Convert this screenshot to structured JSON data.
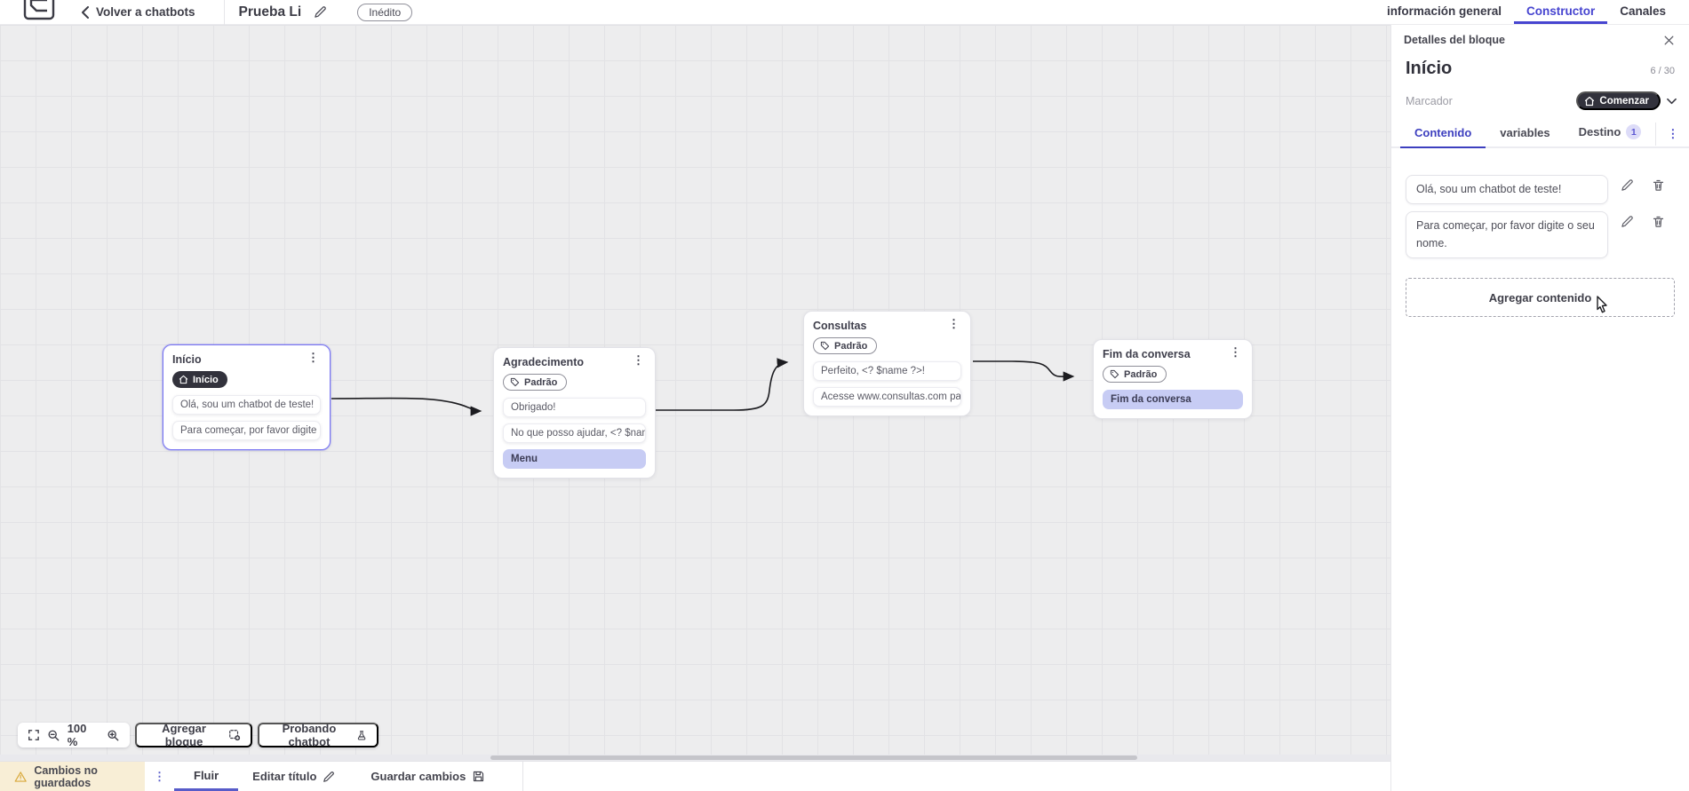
{
  "header": {
    "back_label": "Volver a chatbots",
    "title": "Prueba Li",
    "status_badge": "Inédito",
    "tabs": [
      {
        "label": "información general",
        "active": false
      },
      {
        "label": "Constructor",
        "active": true
      },
      {
        "label": "Canales",
        "active": false
      }
    ]
  },
  "canvas": {
    "zoom_level": "100 %",
    "add_block_label": "Agregar bloque",
    "test_chatbot_label": "Probando chatbot",
    "nodes": [
      {
        "title": "Início",
        "badge": "Início",
        "badge_icon": "home-icon",
        "selected": true,
        "items": [
          {
            "text": "Olá, sou um chatbot de teste!",
            "highlight": false
          },
          {
            "text": "Para começar, por favor digite o ...",
            "highlight": false
          }
        ]
      },
      {
        "title": "Agradecimento",
        "badge": "Padrão",
        "badge_icon": "tag-icon",
        "selected": false,
        "items": [
          {
            "text": "Obrigado!",
            "highlight": false
          },
          {
            "text": "No que posso ajudar, <? $name ...",
            "highlight": false
          },
          {
            "text": "Menu",
            "highlight": true
          }
        ]
      },
      {
        "title": "Consultas",
        "badge": "Padrão",
        "badge_icon": "tag-icon",
        "selected": false,
        "items": [
          {
            "text": "Perfeito, <? $name ?>!",
            "highlight": false
          },
          {
            "text": "Acesse www.consultas.com par...",
            "highlight": false
          }
        ]
      },
      {
        "title": "Fim da conversa",
        "badge": "Padrão",
        "badge_icon": "tag-icon",
        "selected": false,
        "items": [
          {
            "text": "Fim da conversa",
            "highlight": true
          }
        ]
      }
    ]
  },
  "panel": {
    "header": "Detalles del bloque",
    "block_title": "Início",
    "char_counter": "6 / 30",
    "marker_label": "Marcador",
    "marker_value": "Comenzar",
    "tabs": [
      {
        "label": "Contenido",
        "active": true
      },
      {
        "label": "variables",
        "active": false
      },
      {
        "label": "Destino",
        "active": false,
        "badge": "1"
      }
    ],
    "contents": [
      {
        "text": "Olá, sou um chatbot de teste!"
      },
      {
        "text": "Para começar, por favor digite o seu nome."
      }
    ],
    "add_content_label": "Agregar contenido"
  },
  "footer": {
    "warning": "Cambios no guardados",
    "flow_tab": "Fluir",
    "edit_title_label": "Editar título",
    "save_label": "Guardar cambios"
  },
  "colors": {
    "accent_blue": "#4745d0",
    "accent_purple": "#585cc9",
    "dark_pill": "#32323c",
    "selected_node_border": "#7b78f2",
    "highlight_item_bg": "#c7ccf4",
    "warning_bg": "#f8eed6",
    "warning_icon": "#d9a93c",
    "canvas_bg": "#ededee",
    "grid_line": "#e2e2e5"
  }
}
